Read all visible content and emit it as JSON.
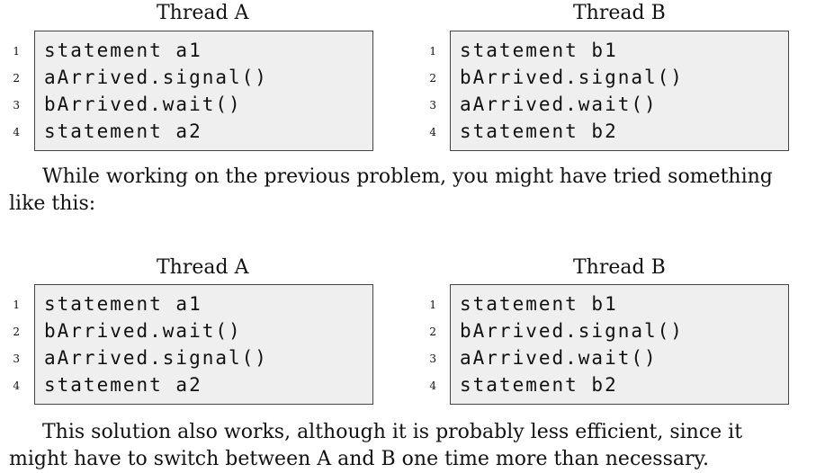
{
  "listing1": {
    "thread_a": {
      "title": "Thread A",
      "lines": [
        {
          "num": "1",
          "code": "statement a1"
        },
        {
          "num": "2",
          "code": "aArrived.signal()"
        },
        {
          "num": "3",
          "code": "bArrived.wait()"
        },
        {
          "num": "4",
          "code": "statement a2"
        }
      ]
    },
    "thread_b": {
      "title": "Thread B",
      "lines": [
        {
          "num": "1",
          "code": "statement b1"
        },
        {
          "num": "2",
          "code": "bArrived.signal()"
        },
        {
          "num": "3",
          "code": "aArrived.wait()"
        },
        {
          "num": "4",
          "code": "statement b2"
        }
      ]
    }
  },
  "paragraph1": "While working on the previous problem, you might have tried something like this:",
  "listing2": {
    "thread_a": {
      "title": "Thread A",
      "lines": [
        {
          "num": "1",
          "code": "statement a1"
        },
        {
          "num": "2",
          "code": "bArrived.wait()"
        },
        {
          "num": "3",
          "code": "aArrived.signal()"
        },
        {
          "num": "4",
          "code": "statement a2"
        }
      ]
    },
    "thread_b": {
      "title": "Thread B",
      "lines": [
        {
          "num": "1",
          "code": "statement b1"
        },
        {
          "num": "2",
          "code": "bArrived.signal()"
        },
        {
          "num": "3",
          "code": "aArrived.wait()"
        },
        {
          "num": "4",
          "code": "statement b2"
        }
      ]
    }
  },
  "paragraph2": "This solution also works, although it is probably less efficient, since it might have to switch between A and B one time more than necessary."
}
